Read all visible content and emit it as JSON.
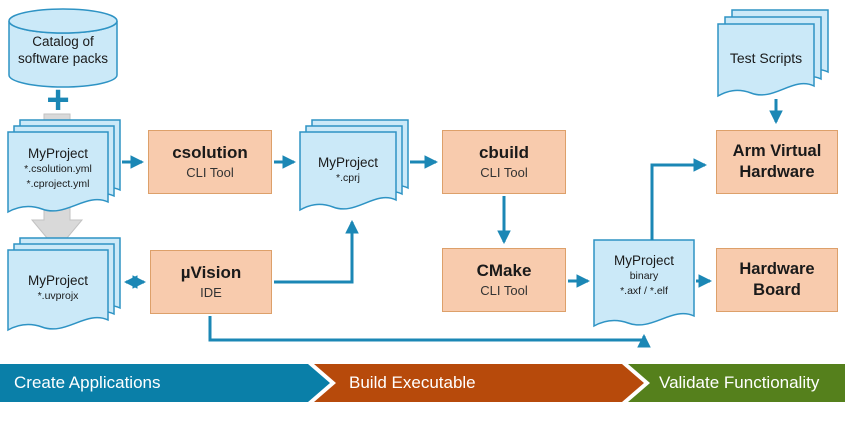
{
  "colors": {
    "document_fill": "#CBE9F8",
    "document_stroke": "#2E93C4",
    "process_fill": "#F8CBAD",
    "process_stroke": "#DDA06A",
    "arrow": "#1B87B5",
    "derive_arrow": "#D9D9D9"
  },
  "nodes": {
    "catalog": {
      "line1": "Catalog of",
      "line2": "software packs"
    },
    "plus": "+",
    "project_files": {
      "title": "MyProject",
      "line1": "*.csolution.yml",
      "line2": "*.cproject.yml"
    },
    "csolution": {
      "title": "csolution",
      "subtitle": "CLI Tool"
    },
    "cprj": {
      "title": "MyProject",
      "line1": "*.cprj"
    },
    "cbuild": {
      "title": "cbuild",
      "subtitle": "CLI Tool"
    },
    "cmake": {
      "title": "CMake",
      "subtitle": "CLI Tool"
    },
    "uvision": {
      "title": "µVision",
      "subtitle": "IDE"
    },
    "uvprojx": {
      "title": "MyProject",
      "line1": "*.uvprojx"
    },
    "binary": {
      "title": "MyProject",
      "line1": "binary",
      "line2": "*.axf / *.elf"
    },
    "test_scripts": {
      "title": "Test Scripts"
    },
    "avh": {
      "line1": "Arm Virtual",
      "line2": "Hardware"
    },
    "hardware_board": {
      "line1": "Hardware",
      "line2": "Board"
    }
  },
  "banner": [
    {
      "label": "Create Applications",
      "color": "#0A7FA8"
    },
    {
      "label": "Build Executable",
      "color": "#B74A0B"
    },
    {
      "label": "Validate Functionality",
      "color": "#55801C"
    }
  ]
}
